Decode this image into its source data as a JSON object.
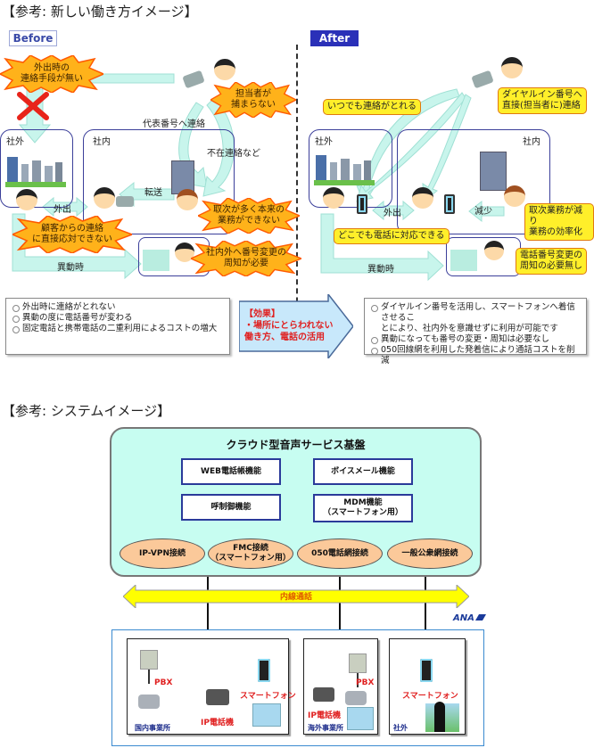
{
  "top": {
    "title": "【参考: 新しい働き方イメージ】",
    "before_tag": "Before",
    "after_tag": "After",
    "before": {
      "regions": {
        "outside": "社外",
        "inside": "社内"
      },
      "bursts": [
        "外出時の\n連絡手段が無い",
        "担当者が\n捕まらない",
        "取次が多く本来の\n業務ができない",
        "顧客からの連絡\nに直接応対できない",
        "社内外へ番号変更の\n周知が必要"
      ],
      "labels": {
        "main_number": "代表番号へ連絡",
        "absence": "不在連絡など",
        "transfer": "転送",
        "going_out": "外出",
        "relocation": "異動時"
      }
    },
    "after": {
      "regions": {
        "outside": "社外",
        "inside": "社内"
      },
      "callouts": [
        "いつでも連絡がとれる",
        "ダイヤルイン番号へ\n直接(担当者に)連絡",
        "取次業務が減り\n業務の効率化",
        "どこでも電話に対応できる",
        "電話番号変更の\n周知の必要無し"
      ],
      "labels": {
        "going_out": "外出",
        "reduced": "減少",
        "relocation": "異動時"
      }
    },
    "before_list": [
      "外出時に連絡がとれない",
      "異動の度に電話番号が変わる",
      "固定電話と携帯電話の二重利用によるコストの増大"
    ],
    "effect": "【効果】\n・場所にとらわれない\n  働き方、電話の活用",
    "after_list": [
      "ダイヤルイン番号を活用し、スマートフォンへ着信させるこ",
      "とにより、社内外を意識せずに利用が可能です",
      "異動になっても番号の変更・周知は必要なし",
      "050回線網を利用した発着信により通話コストを削減"
    ]
  },
  "system": {
    "title": "【参考: システムイメージ】",
    "platform_title": "クラウド型音声サービス基盤",
    "functions": [
      "WEB電話帳機能",
      "ボイスメール機能",
      "呼制御機能",
      "MDM機能\n（スマートフォン用）"
    ],
    "connections": [
      "IP-VPN接続",
      "FMC接続\n（スマートフォン用）",
      "050電話網接続",
      "一般公衆網接続"
    ],
    "extension_call": "内線通話",
    "logo": "ANA",
    "sites": [
      {
        "name": "国内事業所",
        "devices": [
          "PBX",
          "IP電話機",
          "スマートフォン"
        ]
      },
      {
        "name": "海外事業所",
        "devices": [
          "PBX",
          "IP電話機"
        ]
      },
      {
        "name": "社外",
        "devices": [
          "スマートフォン"
        ]
      }
    ]
  },
  "colors": {
    "burst_fill": "#ffb21a",
    "burst_stroke": "#ff5a00",
    "callout_fill": "#ffef2a",
    "arrow_fill": "#c8f5ec",
    "after_tag": "#2a30b8",
    "platform": "#c7fdf1",
    "oval": "#fbc99a",
    "extension_arrow": "#ffff00",
    "effect_red": "#e02020"
  }
}
